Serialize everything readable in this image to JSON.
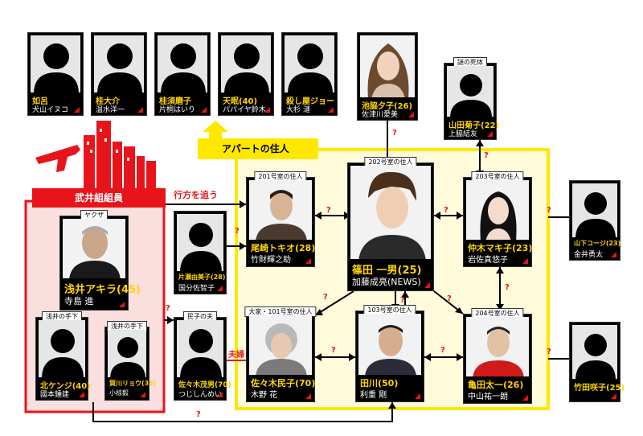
{
  "colors": {
    "accent_red": "#e8141b",
    "accent_yellow": "#ffe800",
    "name_yellow": "#ffd400"
  },
  "icons": {
    "silhouette": "person-silhouette-icon",
    "gun": "gun-icon",
    "city": "city-skyline-icon",
    "arrow_up": "arrow-up-icon"
  },
  "top_row": [
    {
      "name": "如呂",
      "actor": "犬山イヌコ"
    },
    {
      "name": "桂大介",
      "actor": "温水洋一"
    },
    {
      "name": "桂須磨子",
      "actor": "片桐はいり"
    },
    {
      "name": "天眠(40)",
      "actor": "パパイヤ鈴木"
    },
    {
      "name": "殺し屋ジョー",
      "actor": "大杉 漣"
    }
  ],
  "ikewaki": {
    "name": "池脇夕子(26)",
    "actor": "佐津川愛美"
  },
  "yamada": {
    "tag": "謎の死体",
    "name": "山田菊子(22)",
    "actor": "上脇結友"
  },
  "apartment": {
    "banner": "アパートの住人"
  },
  "takei": {
    "banner": "武井組組員",
    "chase_label": "行方を追う"
  },
  "yakuza": {
    "tag": "ヤクザ",
    "name": "浅井アキラ(45)",
    "actor": "寺島 進"
  },
  "kita": {
    "tag": "浅井の手下",
    "name": "北ケンジ(40)",
    "actor": "國本鍾建"
  },
  "kago": {
    "tag": "浅井の手下",
    "name": "賀川リョウ(35)",
    "actor": "小椋毅"
  },
  "katase": {
    "name": "片瀬由美子(28)",
    "actor": "国分佐智子"
  },
  "sasaki_husband": {
    "tag": "民子の夫",
    "name": "佐々木茂男(70)",
    "actor": "つじしんめい"
  },
  "couple_label": "夫婦",
  "ozaki": {
    "tag": "201号室の住人",
    "name": "尾崎トキオ(28)",
    "actor": "竹財輝之助"
  },
  "shinoda": {
    "tag": "202号室の住人",
    "name": "篠田 一男(25)",
    "actor": "加藤成亮(NEWS)"
  },
  "nakagi": {
    "tag": "203号室の住人",
    "name": "仲木マキ子(23)",
    "actor": "岩佐真悠子"
  },
  "yamashita": {
    "name": "山下コージ(23)",
    "actor": "金井勇太"
  },
  "sasaki_tamiko": {
    "tag": "大家・101号室の住人",
    "name": "佐々木民子(70)",
    "actor": "木野 花"
  },
  "tagawa": {
    "tag": "103号室の住人",
    "name": "田川(50)",
    "actor": "利重 剛"
  },
  "kameda": {
    "tag": "204号室の住人",
    "name": "亀田太一(26)",
    "actor": "中山祐一朗"
  },
  "takeda": {
    "name": "竹田咲子(25)"
  },
  "q": "?"
}
